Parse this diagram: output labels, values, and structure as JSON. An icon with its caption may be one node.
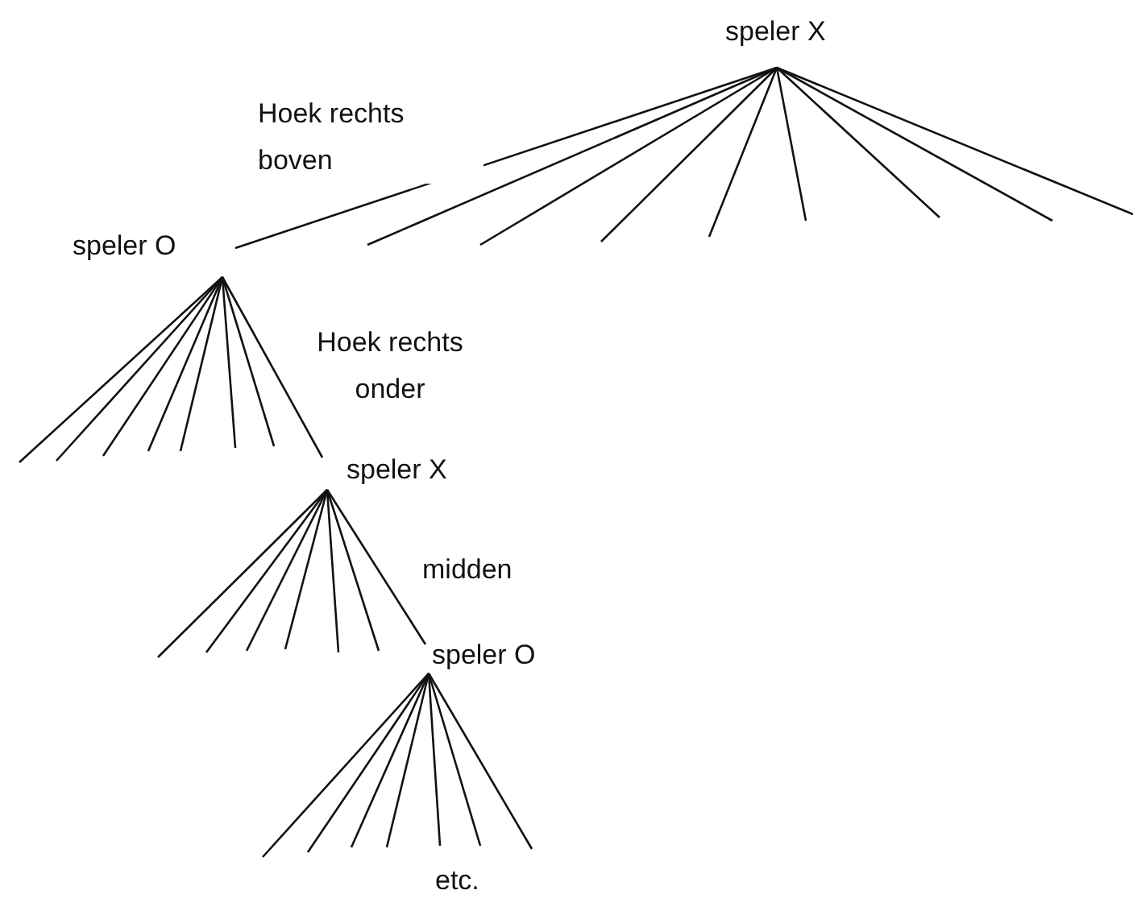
{
  "diagram": {
    "nodes": [
      {
        "text": [
          "speler X"
        ]
      },
      {
        "text": [
          "speler O"
        ]
      },
      {
        "text": [
          "speler X"
        ]
      },
      {
        "text": [
          "speler O"
        ]
      }
    ],
    "edges": [
      {
        "from": 0,
        "to": 1,
        "arrow": "none",
        "label": "Hoek rechts boven"
      },
      {
        "from": 0,
        "to": null,
        "arrow": "none"
      },
      {
        "from": 0,
        "to": null,
        "arrow": "none"
      },
      {
        "from": 0,
        "to": null,
        "arrow": "none"
      },
      {
        "from": 0,
        "to": null,
        "arrow": "none"
      },
      {
        "from": 0,
        "to": null,
        "arrow": "none"
      },
      {
        "from": 0,
        "to": null,
        "arrow": "none"
      },
      {
        "from": 0,
        "to": null,
        "arrow": "none"
      },
      {
        "from": 0,
        "to": null,
        "arrow": "none"
      },
      {
        "from": 1,
        "to": null,
        "arrow": "none"
      },
      {
        "from": 1,
        "to": null,
        "arrow": "none"
      },
      {
        "from": 1,
        "to": null,
        "arrow": "none"
      },
      {
        "from": 1,
        "to": null,
        "arrow": "none"
      },
      {
        "from": 1,
        "to": null,
        "arrow": "none"
      },
      {
        "from": 1,
        "to": null,
        "arrow": "none"
      },
      {
        "from": 1,
        "to": null,
        "arrow": "none"
      },
      {
        "from": 1,
        "to": 2,
        "arrow": "none",
        "label": "Hoek rechts onder"
      },
      {
        "from": 2,
        "to": null,
        "arrow": "none"
      },
      {
        "from": 2,
        "to": null,
        "arrow": "none"
      },
      {
        "from": 2,
        "to": null,
        "arrow": "none"
      },
      {
        "from": 2,
        "to": null,
        "arrow": "none"
      },
      {
        "from": 2,
        "to": null,
        "arrow": "none"
      },
      {
        "from": 2,
        "to": null,
        "arrow": "none"
      },
      {
        "from": 2,
        "to": 3,
        "arrow": "none",
        "label": "midden"
      },
      {
        "from": 3,
        "to": null,
        "arrow": "none"
      },
      {
        "from": 3,
        "to": null,
        "arrow": "none"
      },
      {
        "from": 3,
        "to": null,
        "arrow": "none"
      },
      {
        "from": 3,
        "to": null,
        "arrow": "none"
      },
      {
        "from": 3,
        "to": null,
        "arrow": "none"
      },
      {
        "from": 3,
        "to": null,
        "arrow": "none"
      },
      {
        "from": 3,
        "to": null,
        "arrow": "none"
      }
    ],
    "labels": [
      "etc."
    ]
  }
}
